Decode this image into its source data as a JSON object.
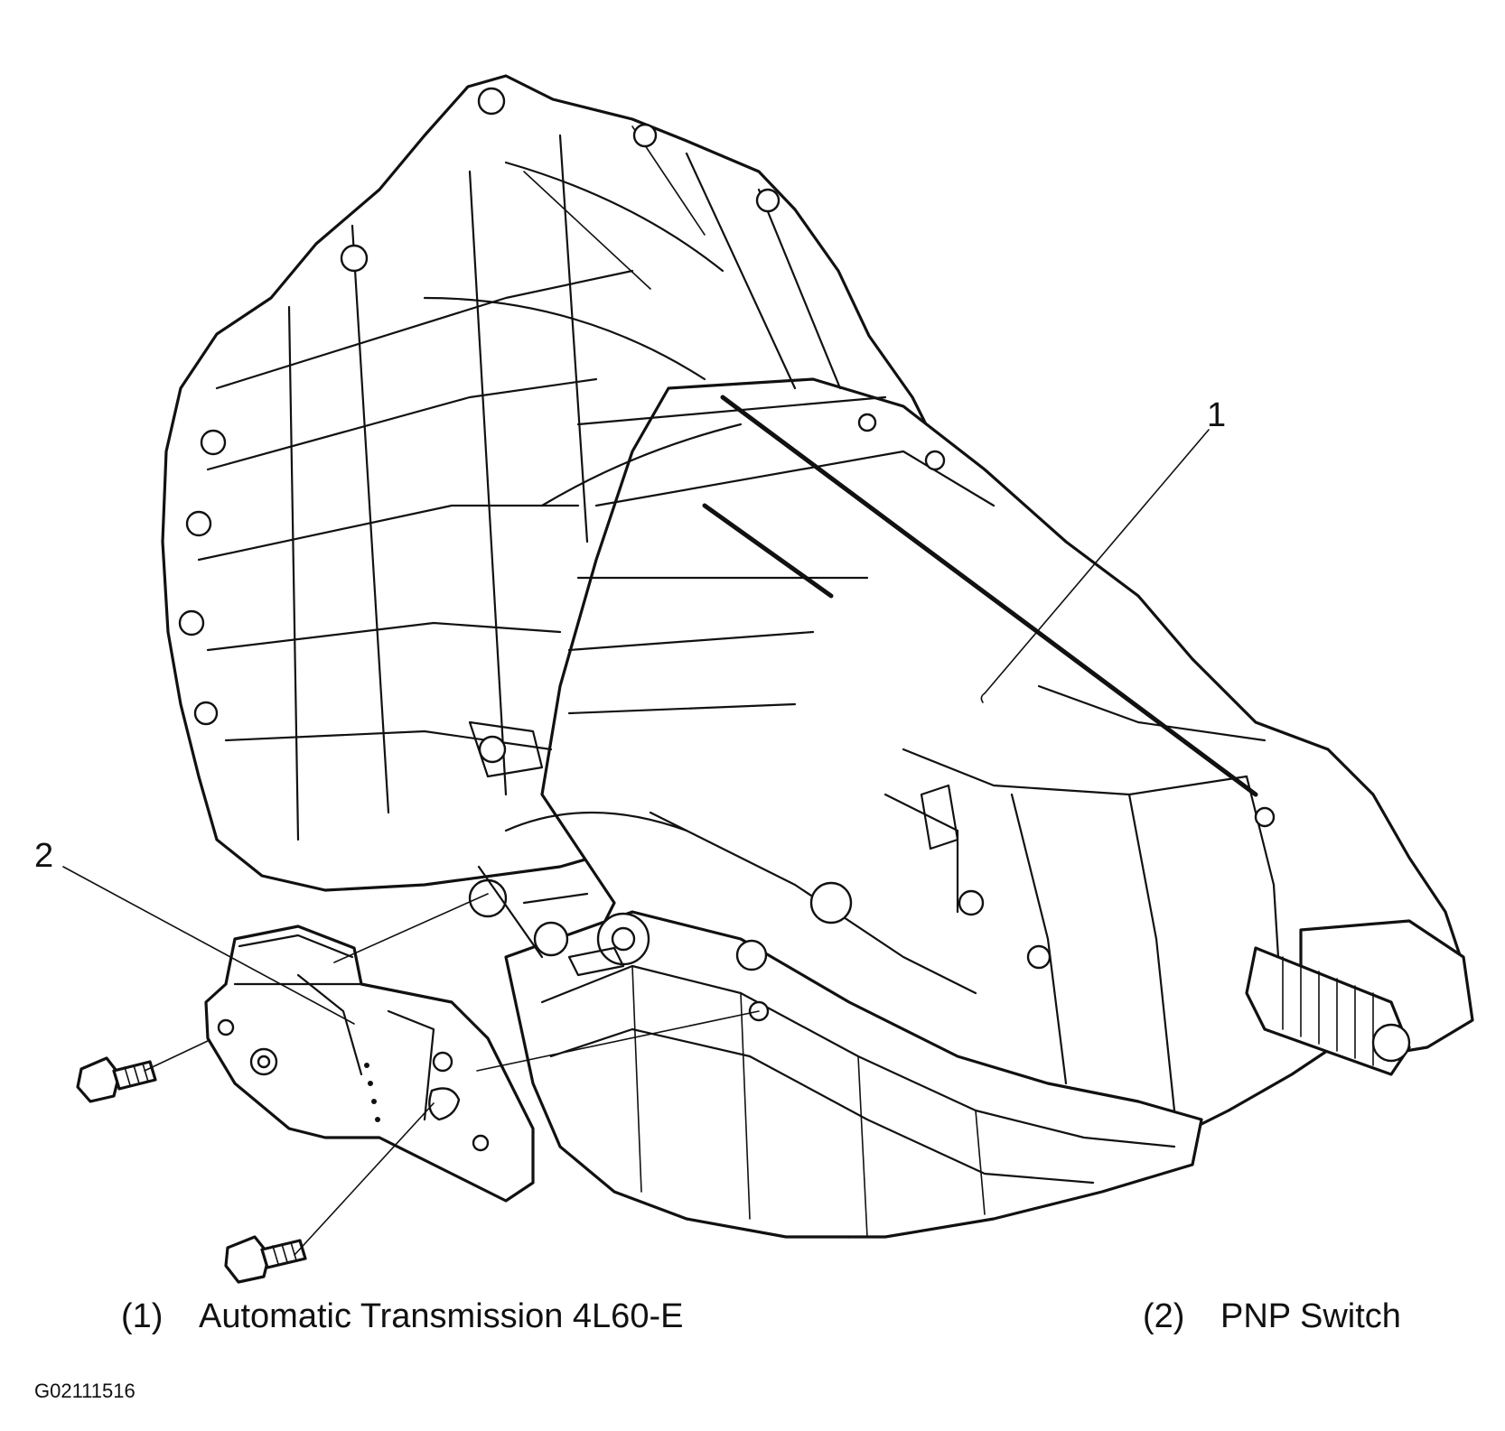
{
  "diagram": {
    "callouts": [
      {
        "number": "1",
        "text": "Automatic Transmission 4L60-E"
      },
      {
        "number": "2",
        "text": "PNP Switch"
      }
    ],
    "legend": [
      {
        "number": "(1)",
        "text": "Automatic Transmission 4L60-E"
      },
      {
        "number": "(2)",
        "text": "PNP Switch"
      }
    ],
    "figure_id": "G02111516"
  },
  "colors": {
    "ink": "#111111",
    "background": "#ffffff"
  }
}
